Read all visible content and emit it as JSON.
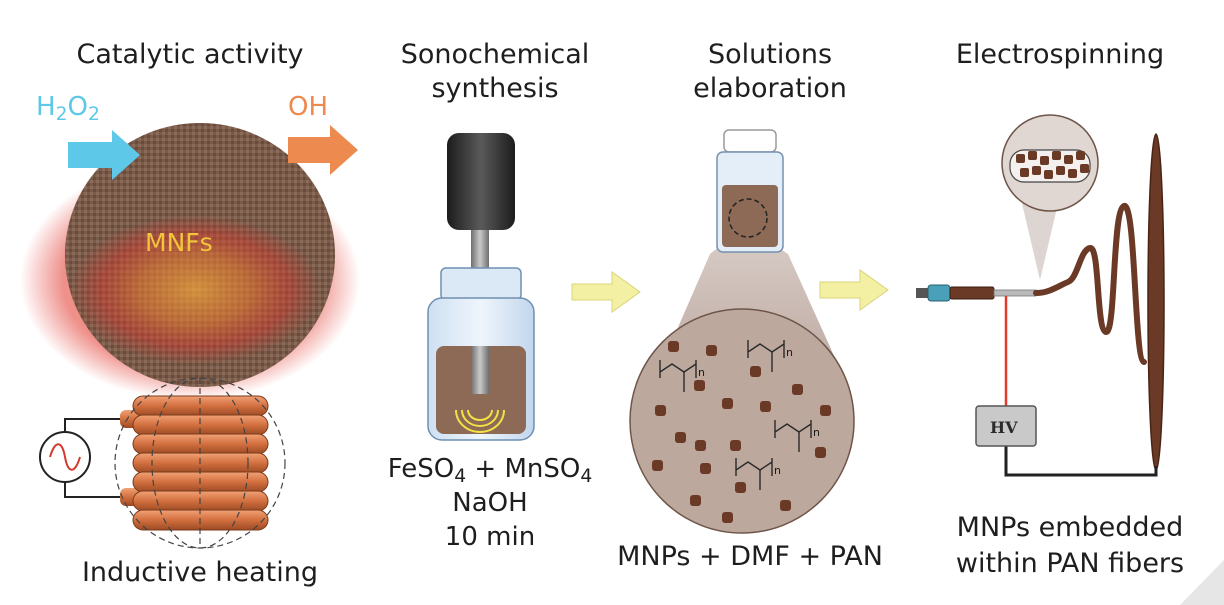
{
  "titles": {
    "catalytic": "Catalytic activity",
    "sono_line1": "Sonochemical",
    "sono_line2": "synthesis",
    "sol_line1": "Solutions",
    "sol_line2": "elaboration",
    "electro": "Electrospinning"
  },
  "labels": {
    "h2o2_main": "H",
    "h2o2_sub1": "2",
    "h2o2_mid": "O",
    "h2o2_sub2": "2",
    "oh": "OH",
    "mnfs": "MNFs",
    "inductive": "Inductive heating",
    "reagent_fe": "FeSO",
    "reagent_fe_sub": "4",
    "reagent_plus": " + MnSO",
    "reagent_mn_sub": "4",
    "reagent_naoh": "NaOH",
    "reagent_time": "10 min",
    "mixture": "MNPs + DMF + PAN",
    "embedded_line1": "MNPs embedded",
    "embedded_line2": "within PAN fibers",
    "hv": "HV",
    "pan_n": "n"
  },
  "colors": {
    "h2o2": "#5ec8e8",
    "oh": "#ec8a4f",
    "mnfs": "#f2c63a",
    "arrow_yellow": "#f3f0a3",
    "particle": "#6b3a26",
    "solution": "#8c6a55",
    "coil": "#d47a4c",
    "wire_red": "#e23b2e"
  }
}
